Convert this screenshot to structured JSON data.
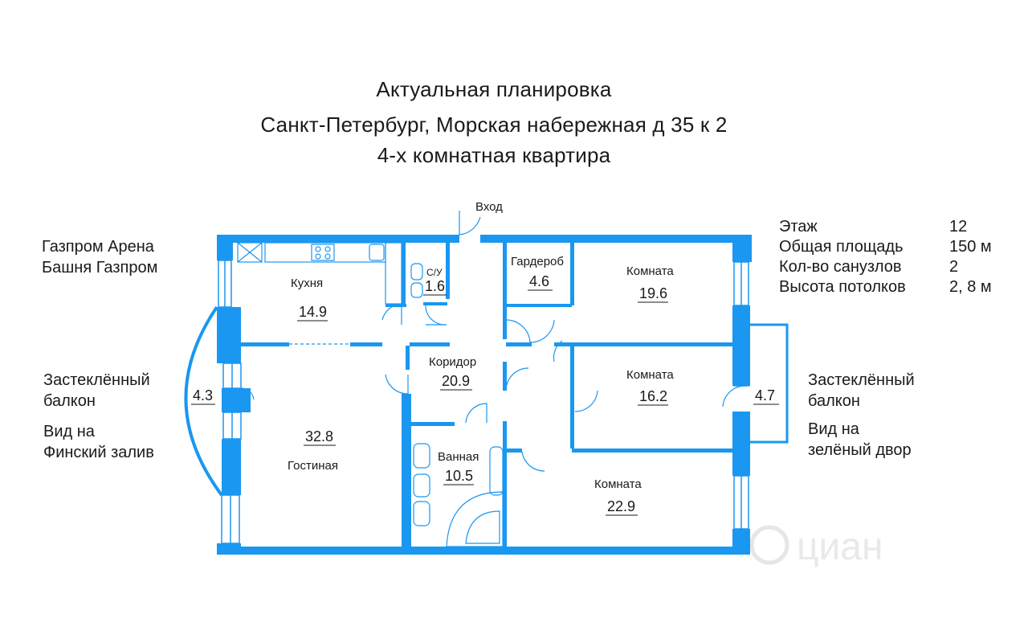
{
  "header": {
    "line1": "Актуальная планировка",
    "line2": "Санкт-Петербург, Морская набережная д 35 к 2",
    "line3": "4-х комнатная квартира"
  },
  "left_notes": {
    "view_top_1": "Газпром Арена",
    "view_top_2": "Башня Газпром",
    "balcony_1": "Застеклённый",
    "balcony_2": "балкон",
    "view_1": "Вид на",
    "view_2": "Финский залив"
  },
  "right_notes": {
    "balcony_1": "Застеклённый",
    "balcony_2": "балкон",
    "view_1": "Вид на",
    "view_2": "зелёный двор"
  },
  "params": [
    {
      "key": "Этаж",
      "value": "12"
    },
    {
      "key": "Общая площадь",
      "value": "150 м"
    },
    {
      "key": "Кол-во санузлов",
      "value": "2"
    },
    {
      "key": "Высота потолков",
      "value": "2, 8 м"
    }
  ],
  "entrance": "Вход",
  "rooms": {
    "kitchen": {
      "label": "Кухня",
      "area": "14.9"
    },
    "wc": {
      "label": "С/У",
      "area": "1.6"
    },
    "wardrobe": {
      "label": "Гардероб",
      "area": "4.6"
    },
    "room1": {
      "label": "Комната",
      "area": "19.6"
    },
    "corridor": {
      "label": "Коридор",
      "area": "20.9"
    },
    "room2": {
      "label": "Комната",
      "area": "16.2"
    },
    "living": {
      "label": "Гостиная",
      "area": "32.8"
    },
    "bathroom": {
      "label": "Ванная",
      "area": "10.5"
    },
    "room3": {
      "label": "Комната",
      "area": "22.9"
    },
    "balcony_left": {
      "area": "4.3"
    },
    "balcony_right": {
      "area": "4.7"
    }
  },
  "watermark": "циан",
  "colors": {
    "wall": "#1a97f0",
    "text": "#1a1a1a"
  }
}
